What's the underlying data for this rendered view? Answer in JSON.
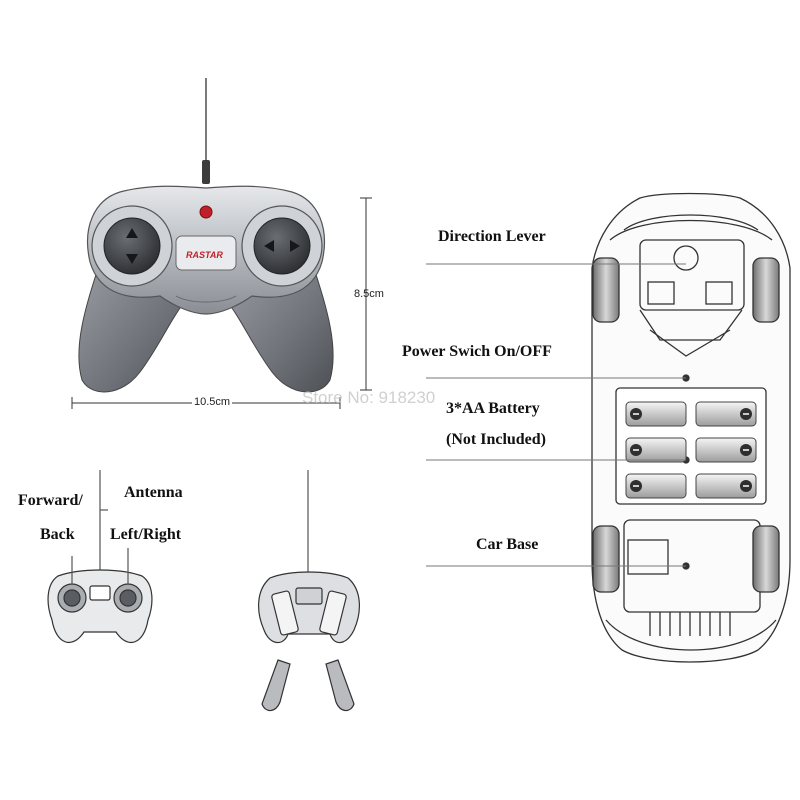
{
  "labels": {
    "direction_lever": "Direction Lever",
    "power_switch": "Power Swich On/OFF",
    "battery_line1": "3*AA Battery",
    "battery_line2": "(Not Included)",
    "car_base": "Car Base",
    "forward_back_1": "Forward/",
    "forward_back_2": "Back",
    "antenna": "Antenna",
    "left_right": "Left/Right"
  },
  "dimensions": {
    "height": "8.5cm",
    "width": "10.5cm"
  },
  "logo_text": "RASTAR",
  "watermark": "Store No: 918230",
  "colors": {
    "silver": "#b8bcc2",
    "dark_grip": "#6f7379",
    "button_dark": "#3b3e42",
    "line_art": "#333333",
    "logo_red": "#c0202a"
  }
}
